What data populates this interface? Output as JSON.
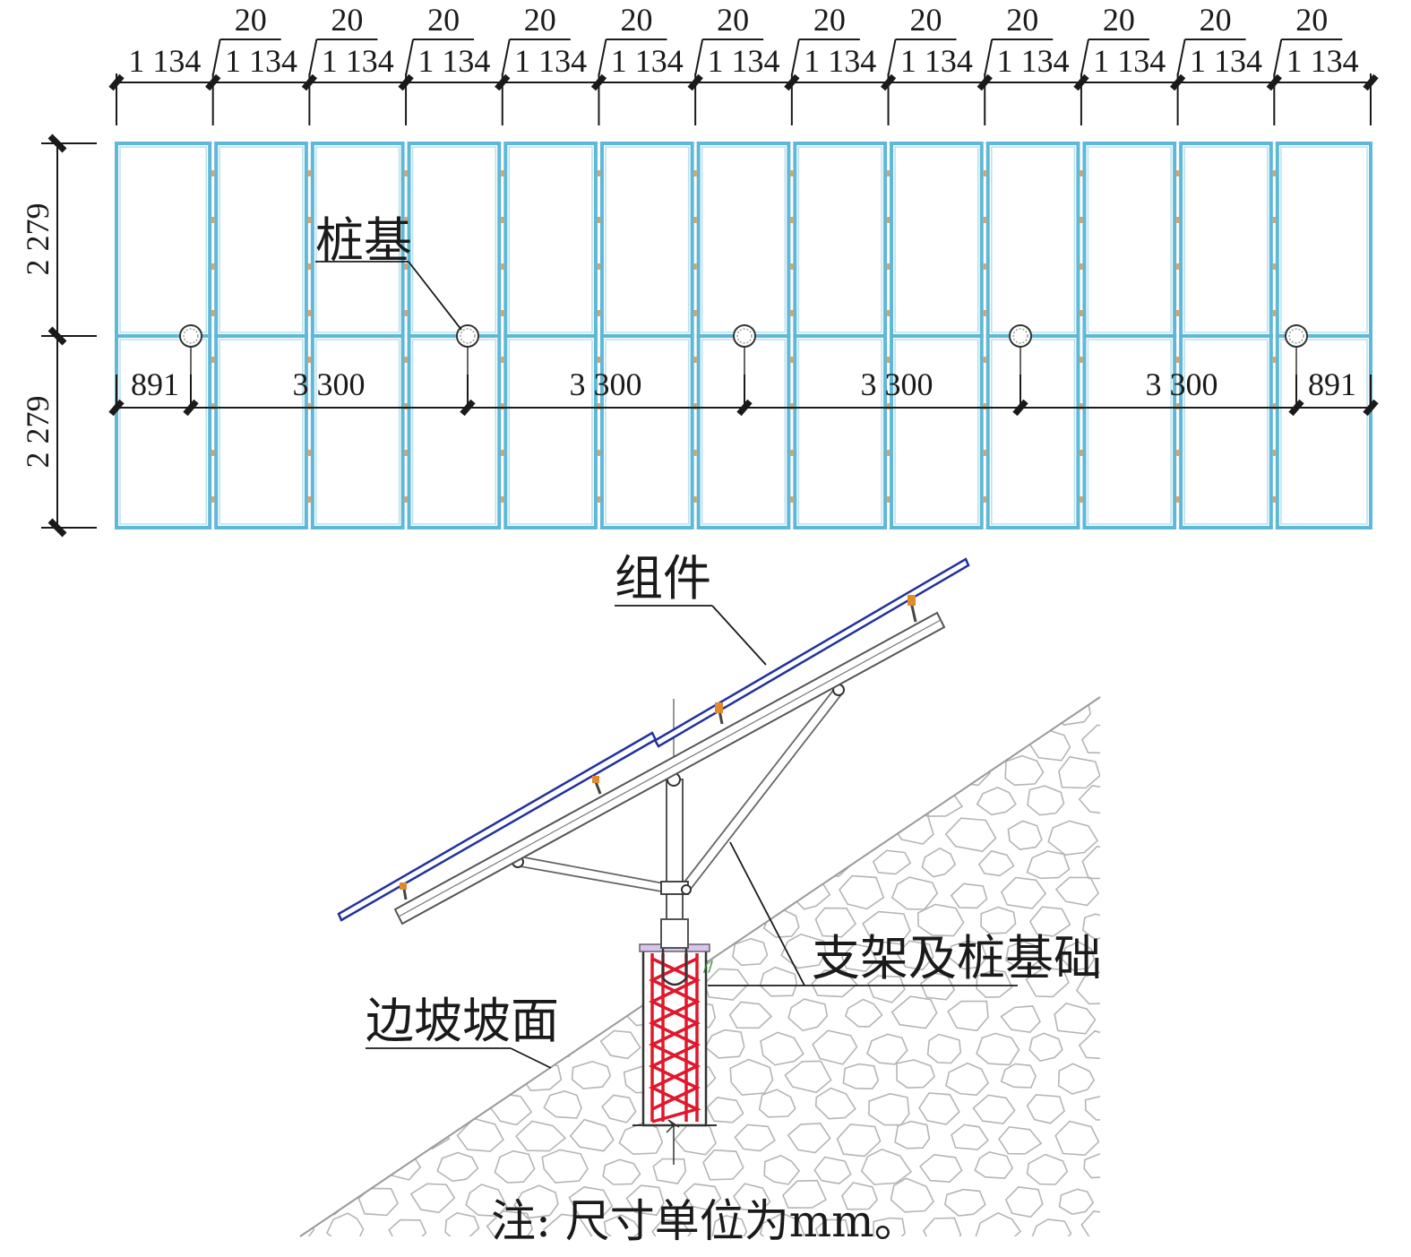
{
  "top_dimensions": {
    "gap_label": "20",
    "panel_width_label": "1 134",
    "panel_count": 13
  },
  "side_dimensions": {
    "upper_row": "2 279",
    "lower_row": "2 279"
  },
  "pile_spacing": {
    "edge_left": "891",
    "spans": [
      "3 300",
      "3 300",
      "3 300",
      "3 300"
    ],
    "edge_right": "891"
  },
  "labels": {
    "pile": "桩基",
    "module": "组件",
    "support_foundation": "支架及桩基础",
    "slope_surface": "边坡坡面"
  },
  "note": "注: 尺寸单位为mm。",
  "colors": {
    "panel_frame": "#5fb8d6",
    "module_edge": "#2230a0",
    "rebar_cage": "#e0182c",
    "rock_pattern": "#b5b5b5"
  }
}
